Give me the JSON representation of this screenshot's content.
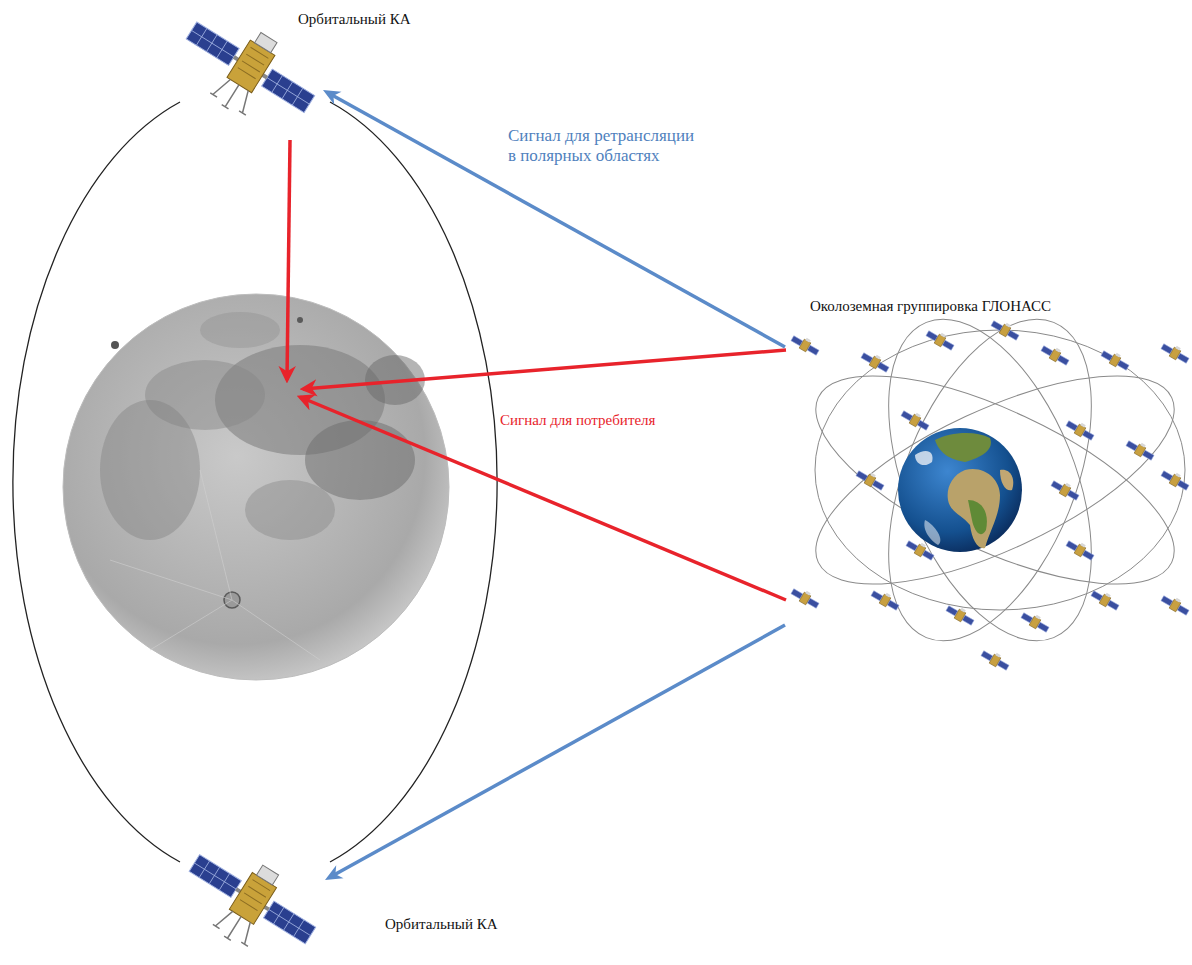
{
  "diagram": {
    "nodes": [
      {
        "text": [
          "Орбитальный КА"
        ]
      },
      {
        "text": [
          "Околоземная группировка ГЛОНАСС"
        ]
      },
      {
        "text": [
          "Орбитальный КА"
        ]
      }
    ],
    "edges": [
      {
        "from": 1,
        "to": 0,
        "arrow": "to",
        "label": "Сигнал для ретрансляции в полярных областях"
      },
      {
        "from": 1,
        "to": 2,
        "arrow": "to"
      }
    ],
    "labels": [
      "Сигнал для потребителя"
    ]
  }
}
